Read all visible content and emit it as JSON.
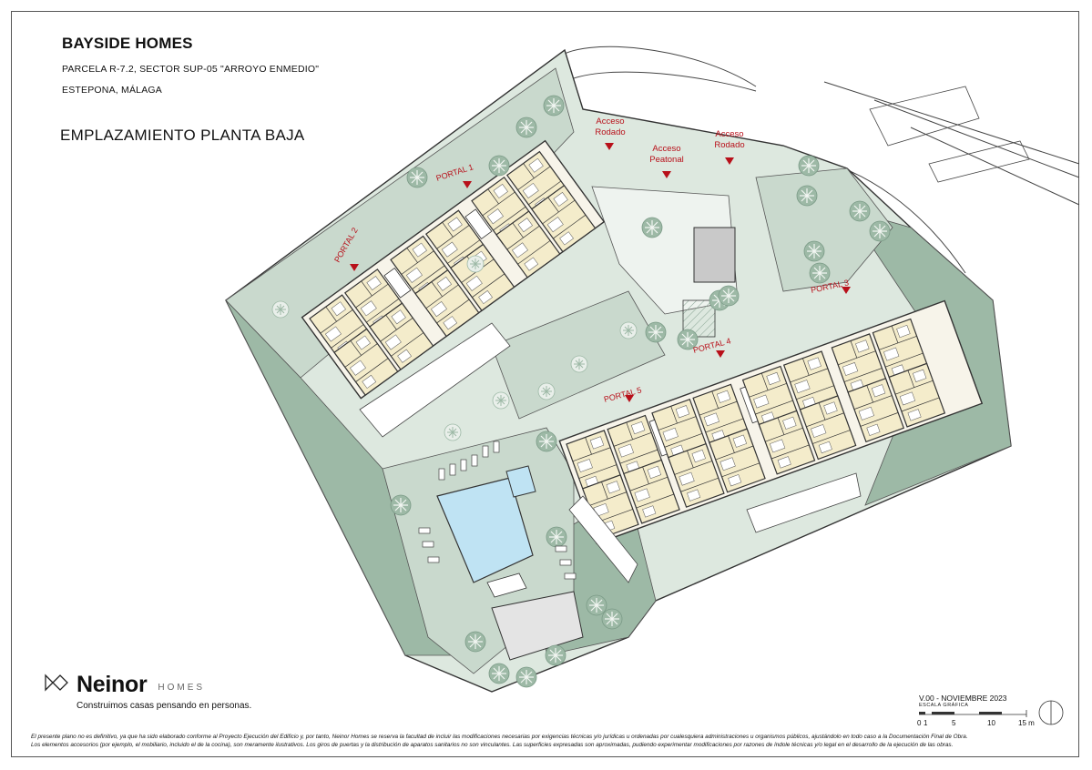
{
  "header": {
    "title": "BAYSIDE HOMES",
    "parcel": "PARCELA R-7.2, SECTOR SUP-05 \"ARROYO ENMEDIO\"",
    "location": "ESTEPONA, MÁLAGA",
    "plan_title": "EMPLAZAMIENTO PLANTA BAJA"
  },
  "plan": {
    "access_labels": [
      {
        "line1": "Acceso",
        "line2": "Rodado"
      },
      {
        "line1": "Acceso",
        "line2": "Peatonal"
      },
      {
        "line1": "Acceso",
        "line2": "Rodado"
      }
    ],
    "portals": [
      "PORTAL 1",
      "PORTAL 2",
      "PORTAL 3",
      "PORTAL 4",
      "PORTAL 5"
    ],
    "colors": {
      "garden": "#c9d9cd",
      "garden_dark": "#9db9a6",
      "unit": "#f4eccb",
      "pool": "#bfe3f3",
      "marker": "#b8101a",
      "wall": "#333333"
    }
  },
  "footer": {
    "brand": "Neinor",
    "brand_suffix": "HOMES",
    "tagline": "Construimos casas pensando en personas.",
    "version": "V.00 - NOVIEMBRE 2023",
    "scale_title": "ESCALA GRÁFICA",
    "scale_ticks": [
      "0",
      "1",
      "5",
      "10",
      "15 m"
    ],
    "disclaimer_line1": "El presente plano no es definitivo, ya que ha sido elaborado conforme al Proyecto Ejecución del Edificio y, por tanto, Neinor Homes se reserva la facultad de incluir las modificaciones necesarias por exigencias técnicas y/o jurídicas u ordenadas por cualesquiera administraciones u organismos públicos, ajustándolo en todo caso a la Documentación Final de Obra.",
    "disclaimer_line2": "Los elementos accesorios (por ejemplo, el mobiliario, incluido el de la cocina), son meramente ilustrativos. Los giros de puertas y la distribución de aparatos sanitarios no son vinculantes. Las superficies expresadas son aproximadas, pudiendo experimentar modificaciones por razones de índole técnicas y/o legal en el desarrollo de la ejecución de las obras."
  }
}
